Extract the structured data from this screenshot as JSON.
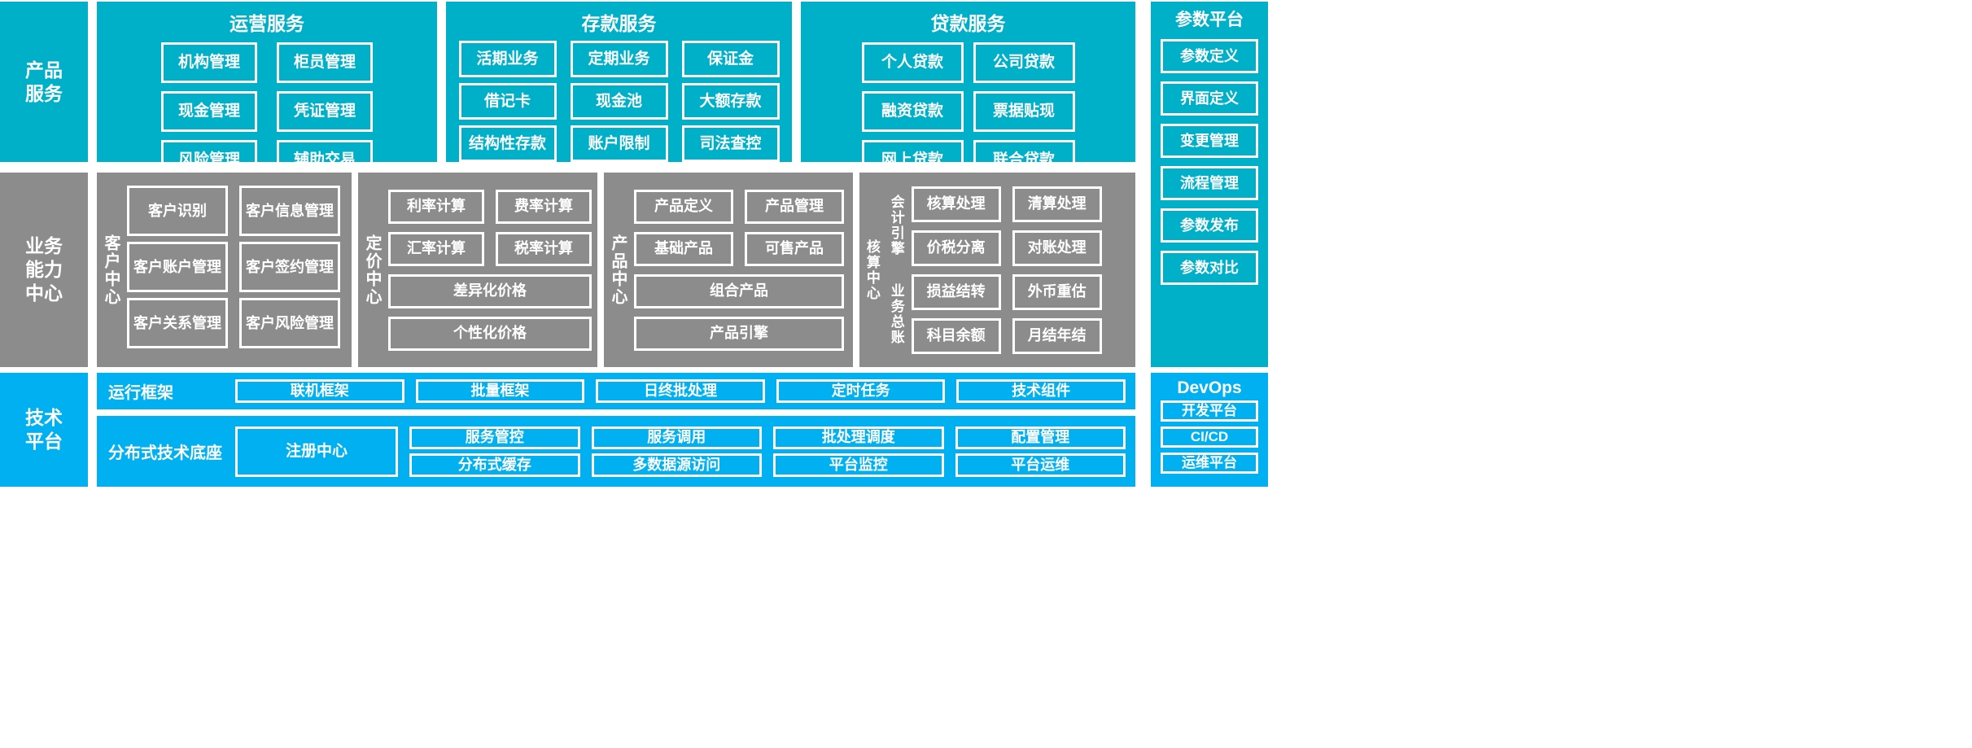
{
  "colors": {
    "product_band": "#00AFC8",
    "capability_band": "#8C8C8C",
    "tech_band": "#00B0F0",
    "box_border": "#FFFFFF",
    "text": "#FFFFFF"
  },
  "rows": {
    "product_services": {
      "side_label": "产品\n服务",
      "groups": [
        {
          "id": "operation",
          "title": "运营服务",
          "cells": [
            "机构管理",
            "柜员管理",
            "现金管理",
            "凭证管理",
            "风险管理",
            "辅助交易"
          ]
        },
        {
          "id": "deposit",
          "title": "存款服务",
          "cells": [
            "活期业务",
            "定期业务",
            "保证金",
            "借记卡",
            "现金池",
            "大额存款",
            "结构性存款",
            "账户限制",
            "司法查控"
          ]
        },
        {
          "id": "loan",
          "title": "贷款服务",
          "cells": [
            "个人贷款",
            "公司贷款",
            "融资贷款",
            "票据贴现",
            "网上贷款",
            "联合贷款"
          ]
        }
      ]
    },
    "business_capability": {
      "side_label": "业务\n能力\n中心",
      "groups": [
        {
          "id": "customer",
          "title": "客户中心",
          "rows": [
            [
              "客户识别",
              "客户信息管理"
            ],
            [
              "客户账户管理",
              "客户签约管理"
            ],
            [
              "客户关系管理",
              "客户风险管理"
            ]
          ]
        },
        {
          "id": "pricing",
          "title": "定价中心",
          "rows": [
            [
              "利率计算",
              "费率计算"
            ],
            [
              "汇率计算",
              "税率计算"
            ],
            [
              "差异化价格"
            ],
            [
              "个性化价格"
            ]
          ]
        },
        {
          "id": "product",
          "title": "产品中心",
          "rows": [
            [
              "产品定义",
              "产品管理"
            ],
            [
              "基础产品",
              "可售产品"
            ],
            [
              "组合产品"
            ],
            [
              "产品引擎"
            ]
          ]
        },
        {
          "id": "accounting",
          "title": "核算中心",
          "subsections": [
            {
              "label": "会计引擎",
              "rows": [
                [
                  "核算处理",
                  "清算处理"
                ],
                [
                  "价税分离",
                  "对账处理"
                ]
              ]
            },
            {
              "label": "业务总账",
              "rows": [
                [
                  "损益结转",
                  "外币重估"
                ],
                [
                  "科目余额",
                  "月结年结"
                ]
              ]
            }
          ]
        }
      ]
    },
    "technology_platform": {
      "side_label": "技术\n平台",
      "strips": [
        {
          "id": "runtime",
          "title": "运行框架",
          "cells": [
            "联机框架",
            "批量框架",
            "日终批处理",
            "定时任务",
            "技术组件"
          ]
        },
        {
          "id": "base",
          "title": "分布式技术底座",
          "registry": "注册中心",
          "columns": [
            [
              "服务管控",
              "分布式缓存"
            ],
            [
              "服务调用",
              "多数据源访问"
            ],
            [
              "批处理调度",
              "平台监控"
            ],
            [
              "配置管理",
              "平台运维"
            ]
          ]
        }
      ]
    }
  },
  "right_columns": {
    "parameter_platform": {
      "title": "参数平台",
      "items": [
        "参数定义",
        "界面定义",
        "变更管理",
        "流程管理",
        "参数发布",
        "参数对比"
      ]
    },
    "devops": {
      "title": "DevOps",
      "items": [
        "开发平台",
        "CI/CD",
        "运维平台"
      ]
    }
  }
}
